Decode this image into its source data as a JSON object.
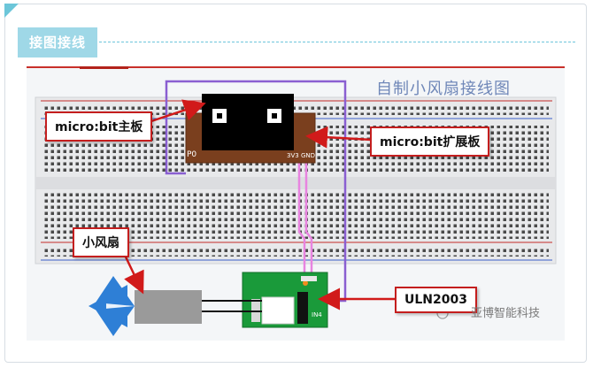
{
  "header": {
    "tag": "接图接线"
  },
  "diagram": {
    "title": "自制小风扇接线图",
    "labels": {
      "mainboard": "micro:bit主板",
      "expansion": "micro:bit扩展板",
      "fan": "小风扇",
      "driver": "ULN2003"
    },
    "pins": {
      "p0": "P0",
      "v33": "3V3",
      "gnd": "GND",
      "in": "IN4"
    }
  },
  "watermark": {
    "text": "亚博智能科技"
  }
}
